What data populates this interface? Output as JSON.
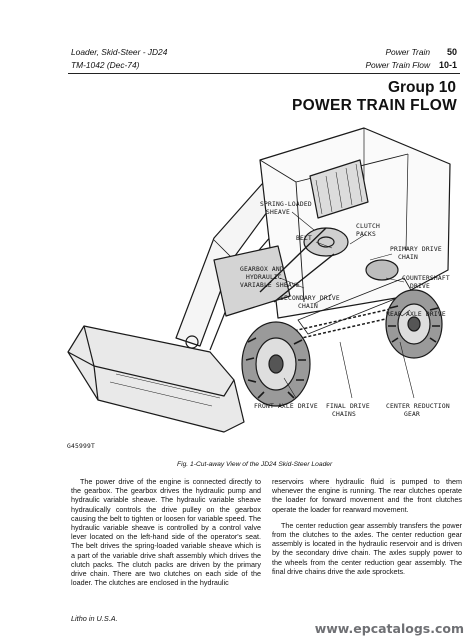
{
  "header": {
    "left_line1": "Loader, Skid-Steer  -  JD24",
    "left_line2": "TM-1042  (Dec-74)",
    "right_line1_text": "Power Train",
    "right_line1_num": "50",
    "right_line2_text": "Power Train Flow",
    "right_line2_num": "10-1"
  },
  "group_title": "Group 10",
  "section_title": "POWER TRAIN FLOW",
  "figure": {
    "callouts": {
      "spring_loaded_sheave_1": "SPRING-LOADED",
      "spring_loaded_sheave_2": "SHEAVE",
      "belt": "BELT",
      "clutch_packs_1": "CLUTCH",
      "clutch_packs_2": "PACKS",
      "primary_drive_chain_1": "PRIMARY DRIVE",
      "primary_drive_chain_2": "CHAIN",
      "gearbox_1": "GEARBOX AND",
      "gearbox_2": "HYDRAULIC",
      "gearbox_3": "VARIABLE SHEAVE",
      "secondary_drive_1": "SECONDARY DRIVE",
      "secondary_drive_2": "CHAIN",
      "countershaft_1": "COUNTERSHAFT",
      "countershaft_2": "DRIVE",
      "rear_axle_drive": "REAR AXLE DRIVE",
      "front_axle_drive": "FRONT AXLE DRIVE",
      "final_drive_1": "FINAL DRIVE",
      "final_drive_2": "CHAINS",
      "center_reduction_1": "CENTER REDUCTION",
      "center_reduction_2": "GEAR",
      "image_code": "G45999T"
    },
    "caption": "Fig. 1-Cut-away View of the JD24 Skid-Steer Loader"
  },
  "body": {
    "left_p1": "The power drive of the engine is connected directly to the gearbox. The gearbox drives the hydraulic pump and hydraulic variable sheave. The hydraulic variable sheave hydraulically controls the drive pulley on the gearbox causing the belt to tighten or loosen for variable speed. The hydraulic variable sheave is controlled by a control valve lever located on the left-hand side of the operator's seat. The belt drives the spring-loaded variable sheave which is a part of the variable drive shaft assembly which drives the clutch packs. The clutch packs are driven by the primary drive chain. There are two clutches on each side of the loader. The clutches are enclosed in the hydraulic",
    "right_p1": "reservoirs where hydraulic fluid is pumped to them whenever the engine is running. The rear clutches operate the loader for forward movement and the front clutches operate the loader for rearward movement.",
    "right_p2": "The center reduction gear assembly transfers the power from the clutches to the axles. The center reduction gear assembly is located in the hydraulic reservoir and is driven by the secondary drive chain. The axles supply power to the wheels from the center reduction gear assembly. The final drive chains drive the axle sprockets."
  },
  "footer": {
    "litho": "Litho in U.S.A.",
    "watermark": "www.epcatalogs.com"
  }
}
